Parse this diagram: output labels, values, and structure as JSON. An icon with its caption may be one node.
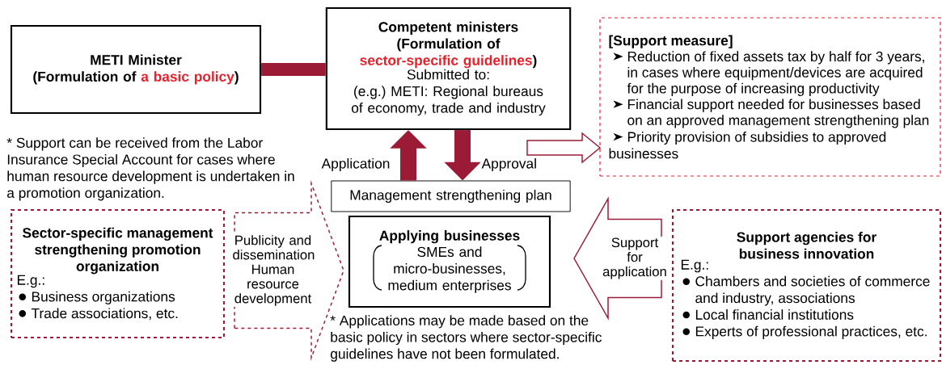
{
  "diagram": {
    "nodes": [
      {
        "text": [
          "METI Minister",
          "(Formulation of",
          "a basic policy",
          ")"
        ]
      },
      {
        "text": [
          "Competent ministers",
          "(Formulation of",
          "sector-specific guidelines",
          ")",
          "Submitted to:",
          "(e.g.) METI: Regional bureaus of economy, trade and industry"
        ]
      },
      {
        "text": [
          "[Support measure]",
          "Reduction of fixed assets tax by half for 3 years, in cases where equipment/devices are acquired for the purpose of increasing productivity",
          "Financial support needed for businesses based on an approved management strengthening plan",
          "Priority provision of subsidies to approved businesses"
        ]
      },
      {
        "text": [
          "Management strengthening plan"
        ]
      },
      {
        "text": [
          "Applying businesses",
          "SMEs and micro-businesses, medium enterprises"
        ]
      },
      {
        "text": [
          "Sector-specific management strengthening promotion organization",
          "E.g.:",
          "Business organizations",
          "Trade associations, etc."
        ]
      },
      {
        "text": [
          "Support agencies for business innovation",
          "E.g.:",
          "Chambers and societies of commerce and industry, associations",
          "Local financial institutions",
          "Experts of professional practices, etc."
        ]
      }
    ],
    "edges": [
      {
        "from": 0,
        "to": 1,
        "arrow": "none"
      },
      {
        "from": 3,
        "to": 1,
        "arrow": "to",
        "label": "Application"
      },
      {
        "from": 1,
        "to": 3,
        "arrow": "to",
        "label": "Approval"
      },
      {
        "from": 1,
        "to": 2,
        "arrow": "to"
      },
      {
        "from": 5,
        "to": 4,
        "arrow": "to",
        "label": "Publicity and dissemination Human resource development",
        "style": "dashed"
      },
      {
        "from": 6,
        "to": 4,
        "arrow": "to",
        "label": "Support for application"
      }
    ],
    "labels": [
      "* Support can be received from the Labor Insurance Special Account for cases where human resource development is undertaken in a promotion organization.",
      "* Applications may be made based on the basic policy in sectors where sector-specific guidelines have not been formulated."
    ]
  }
}
